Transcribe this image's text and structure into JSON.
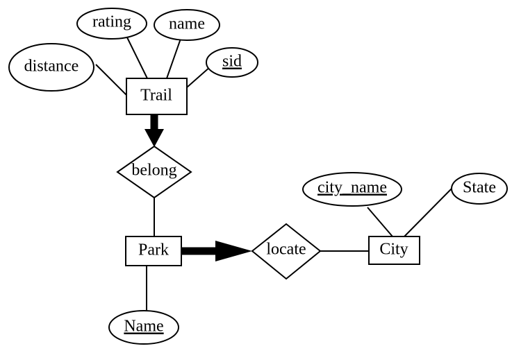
{
  "entities": {
    "trail": "Trail",
    "park": "Park",
    "city": "City"
  },
  "relationships": {
    "belong": "belong",
    "locate": "locate"
  },
  "attributes": {
    "distance": "distance",
    "rating": "rating",
    "name": "name",
    "sid": "sid",
    "park_name": "Name",
    "city_name": "city_name",
    "state": "State"
  },
  "keys": [
    "sid",
    "Name",
    "city_name"
  ]
}
